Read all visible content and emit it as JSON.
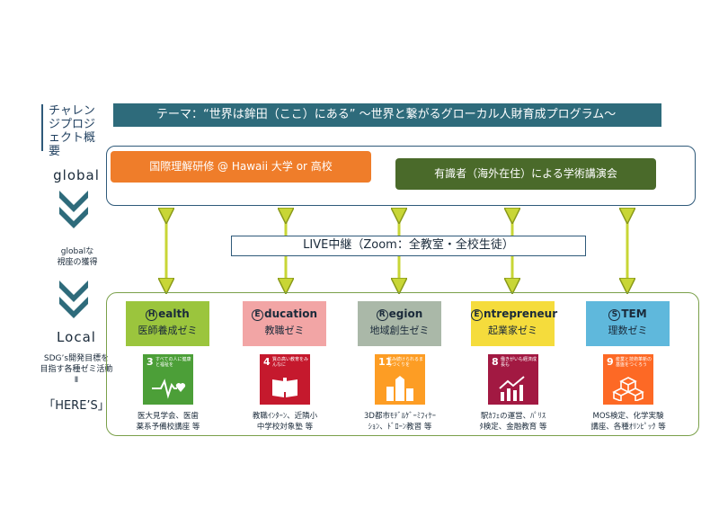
{
  "side": {
    "title": "チャレンジプロジェクト概要",
    "global": "global",
    "global_view_1": "globalな",
    "global_view_2": "視座の獲得",
    "local": "Local",
    "sdg_1": "SDG’s開発目標を",
    "sdg_2": "目指す各種ゼミ活動",
    "sdg_3": "Ⅱ",
    "heres": "「HERE’S」"
  },
  "theme": "テーマ：“世界は鉾田（ここ）にある” ～世界と繋がるグローカル人財育成プログラム～",
  "global_boxes": {
    "hawaii": "国際理解研修 @ Hawaii 大学 or 高校",
    "expert": "有識者（海外在住）による学術講演会"
  },
  "live": "LIVE中継（Zoom：全教室・全校生徒）",
  "colors": {
    "theme": "#2e6b7b",
    "orange": "#ef7d2a",
    "olive": "#4a6a2a",
    "arrow": "#c8d636",
    "chevron": "#2e6b7b"
  },
  "zemi": [
    {
      "letter": "H",
      "name": "ealth",
      "sub": "医師養成ゼミ",
      "color": "#9bc53d",
      "sdg_num": "3",
      "sdg_text": "すべての人に健康と福祉を",
      "sdg_color": "#4c9f38",
      "sdg_icon": "heartbeat-icon",
      "desc1": "医大見学会、医歯",
      "desc2": "薬系予備校講座 等"
    },
    {
      "letter": "E",
      "name": "ducation",
      "sub": "教職ゼミ",
      "color": "#f2a5a5",
      "sdg_num": "4",
      "sdg_text": "質の高い教育をみんなに",
      "sdg_color": "#c5192d",
      "sdg_icon": "book-icon",
      "desc1": "教職ｲﾝﾀｰﾝ、近隣小",
      "desc2": "中学校対象塾 等"
    },
    {
      "letter": "R",
      "name": "egion",
      "sub": "地域創生ゼミ",
      "color": "#aab8a8",
      "sdg_num": "11",
      "sdg_text": "住み続けられるまちづくりを",
      "sdg_color": "#fd9d24",
      "sdg_icon": "city-icon",
      "desc1": "3D都市ﾓﾃﾞﾙｹﾞｰﾐﾌｨｹｰ",
      "desc2": "ｼｮﾝ、ﾄﾞﾛｰﾝ教習 等"
    },
    {
      "letter": "E",
      "name": "ntrepreneur",
      "sub": "起業家ゼミ",
      "color": "#f5dc3c",
      "sdg_num": "8",
      "sdg_text": "働きがいも経済成長も",
      "sdg_color": "#a21942",
      "sdg_icon": "growth-chart-icon",
      "desc1": "駅ｶﾌｪの運営、ﾊﾟﾘｽ",
      "desc2": "ﾀ検定、金融教育 等"
    },
    {
      "letter": "S",
      "name": "TEM",
      "sub": "理数ゼミ",
      "color": "#5fb8dc",
      "sdg_num": "9",
      "sdg_text": "産業と技術革新の基盤をつくろう",
      "sdg_color": "#fd6925",
      "sdg_icon": "cubes-icon",
      "desc1": "MOS検定、化学実験",
      "desc2": "講座、各種ｵﾘﾝﾋﾟｯｸ 等"
    }
  ]
}
